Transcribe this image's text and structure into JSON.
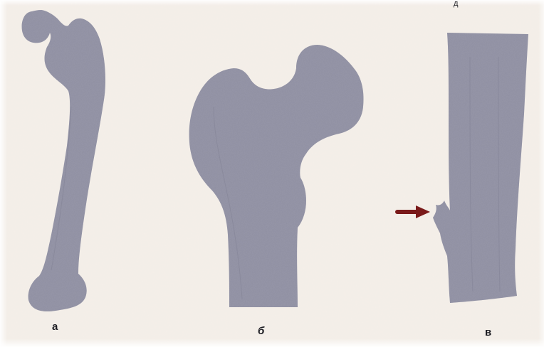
{
  "figure": {
    "labels": {
      "a": "а",
      "b": "б",
      "v": "в",
      "top_fragment": "д"
    },
    "colors": {
      "paper": "#f4efe9",
      "bone": "#8f8fa1",
      "bone_texture": "#7d7d92",
      "arrow": "#7a1a1a",
      "label_text": "#1c1c22"
    },
    "icons": {
      "arrow": "arrow-right-icon"
    }
  }
}
